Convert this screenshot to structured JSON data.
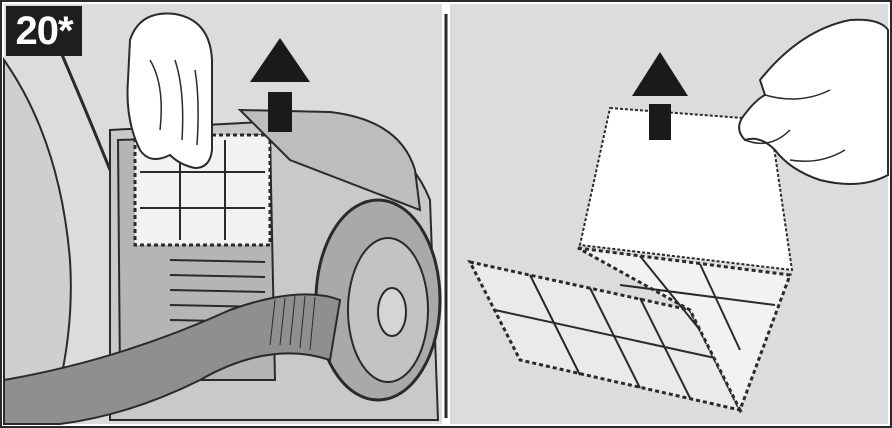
{
  "step": {
    "label": "20*"
  },
  "panels": [
    {
      "id": "left",
      "depicts": "hand-lifting-motor-filter-from-vacuum"
    },
    {
      "id": "right",
      "depicts": "hand-removing-filter-pad-from-frame"
    }
  ],
  "colors": {
    "background": "#ffffff",
    "panel_fill": "#dcdcdc",
    "body_light": "#c9c9c9",
    "body_mid": "#a9a9a9",
    "body_dark": "#7d7d7d",
    "line": "#2a2a2a",
    "arrow": "#1a1a1a",
    "badge": "#1e1e1e"
  },
  "icons": [
    "up-arrow-icon",
    "up-arrow-icon"
  ]
}
